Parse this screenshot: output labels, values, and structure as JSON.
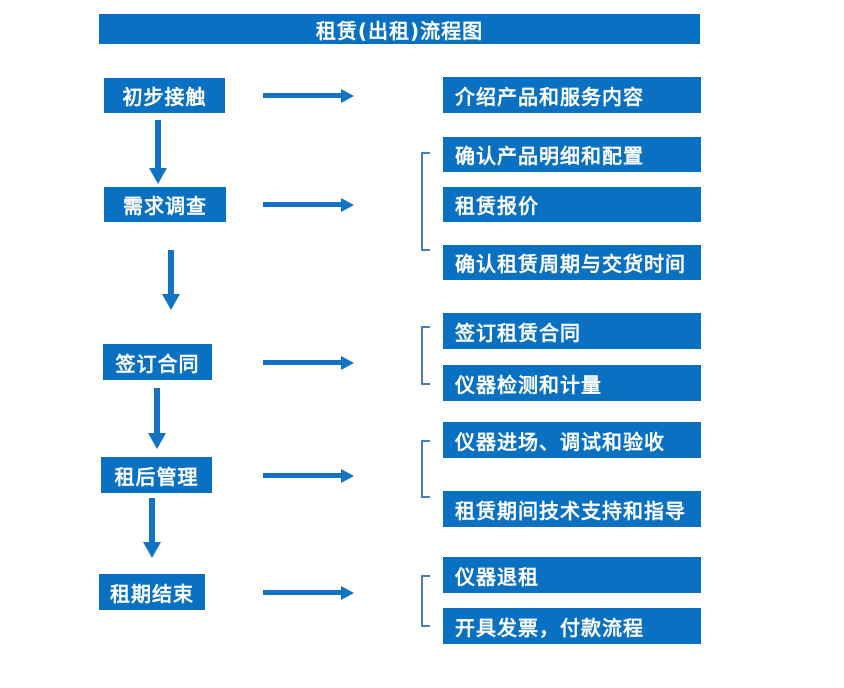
{
  "title": "租赁(出租)流程图",
  "colors": {
    "primary_blue": "#0a70c2",
    "arrow_blue": "#1273c4",
    "bracket_blue": "#4a7dbb",
    "text_white": "#ffffff",
    "background": "#ffffff"
  },
  "stages": [
    {
      "label": "初步接触",
      "details": [
        "介绍产品和服务内容"
      ]
    },
    {
      "label": "需求调查",
      "details": [
        "确认产品明细和配置",
        "租赁报价",
        "确认租赁周期与交货时间"
      ]
    },
    {
      "label": "签订合同",
      "details": [
        "签订租赁合同",
        "仪器检测和计量"
      ]
    },
    {
      "label": "租后管理",
      "details": [
        "仪器进场、调试和验收",
        "租赁期间技术支持和指导"
      ]
    },
    {
      "label": "租期结束",
      "details": [
        "仪器退租",
        "开具发票，付款流程"
      ]
    }
  ]
}
